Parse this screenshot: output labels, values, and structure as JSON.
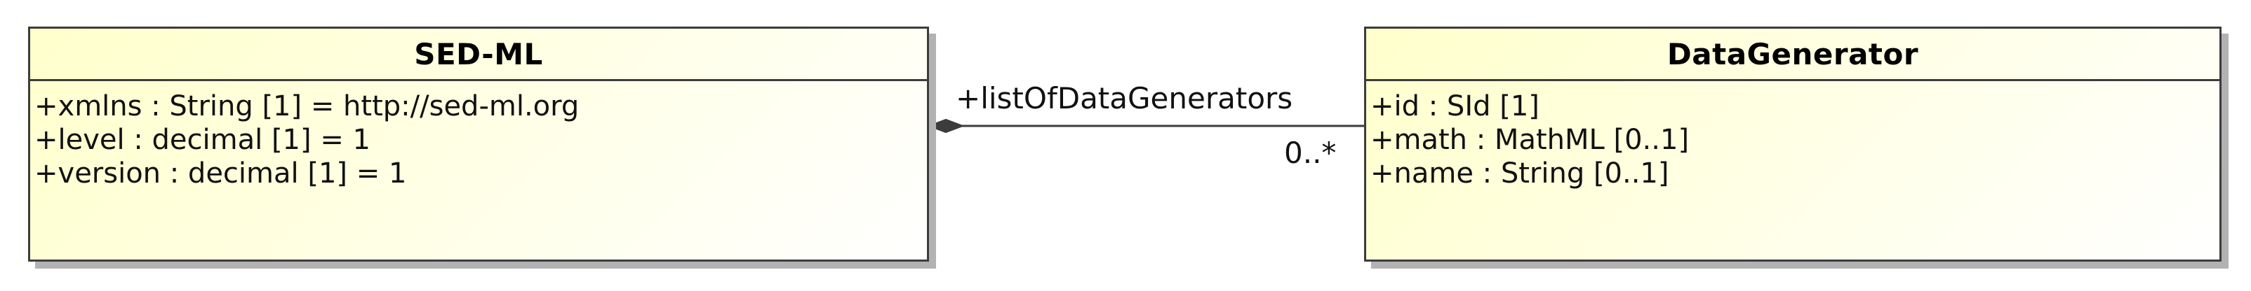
{
  "classes": {
    "sedml": {
      "name": "SED-ML",
      "attributes": [
        "+xmlns : String [1] = http://sed-ml.org",
        "+level : decimal [1] = 1",
        "+version : decimal [1] = 1"
      ]
    },
    "datagenerator": {
      "name": "DataGenerator",
      "attributes": [
        "+id : SId [1]",
        "+math : MathML [0..1]",
        "+name : String [0..1]"
      ]
    }
  },
  "association": {
    "kind": "composition",
    "role": "+listOfDataGenerators",
    "multiplicity": "0..*"
  },
  "colors": {
    "class_fill": "#ffffcc",
    "border": "#3c3c3c",
    "shadow": "#b2b2b2"
  }
}
